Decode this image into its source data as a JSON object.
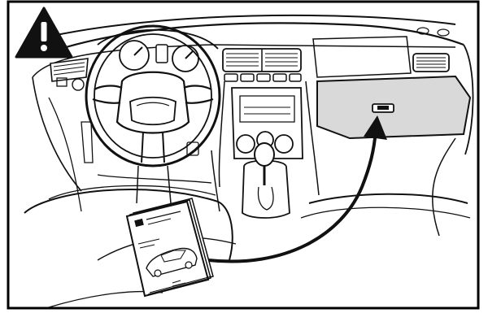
{
  "figure": {
    "warning_icon": "warning-triangle-icon",
    "subject": "car-dashboard-line-drawing",
    "highlight": "glove-compartment",
    "pointer": "curved-arrow",
    "item": "owners-manual-booklet"
  },
  "colors": {
    "line": "#111111",
    "background": "#ffffff",
    "highlight_fill": "#d9d9d9",
    "border": "#000000"
  }
}
